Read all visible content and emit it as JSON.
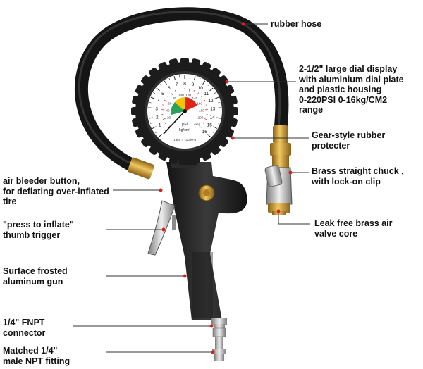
{
  "colors": {
    "leader_dot": "#d8201c",
    "brass": "#c8962e",
    "rubber": "#1b1b1b",
    "bezel": "#202020"
  },
  "gauge": {
    "outer_scale": [
      "0",
      "1",
      "2",
      "3",
      "4",
      "5",
      "6",
      "7",
      "8",
      "9",
      "10",
      "11",
      "12",
      "13",
      "14",
      "15",
      "16"
    ],
    "inner_scale": [
      "20",
      "40",
      "60",
      "80",
      "100",
      "120",
      "140",
      "160",
      "180",
      "200",
      "220"
    ],
    "unit_psi": "psi",
    "unit_kg": "kg/cm²",
    "footnote": "1 bar = 100 kPa"
  },
  "callouts": {
    "rubber_hose": [
      "rubber hose"
    ],
    "dial_display": [
      "2-1/2\" large dial display",
      "with aluminium dial plate",
      "and plastic housing",
      "0-220PSI 0-16kg/CM2",
      "range"
    ],
    "gear_protecter": [
      "Gear-style rubber",
      "protecter"
    ],
    "brass_chuck": [
      "Brass straight chuck ,",
      "with lock-on clip"
    ],
    "valve_core": [
      "Leak free brass air",
      "valve core"
    ],
    "bleeder_button": [
      "air bleeder button,",
      "for deflating over-inflated",
      "tire"
    ],
    "trigger": [
      "\"press to inflate\"",
      "thumb trigger"
    ],
    "gun_body": [
      "Surface frosted",
      "aluminum gun"
    ],
    "fnpt": [
      "1/4\" FNPT",
      "connector"
    ],
    "npt_fitting": [
      "Matched 1/4\"",
      "male NPT fitting"
    ]
  }
}
